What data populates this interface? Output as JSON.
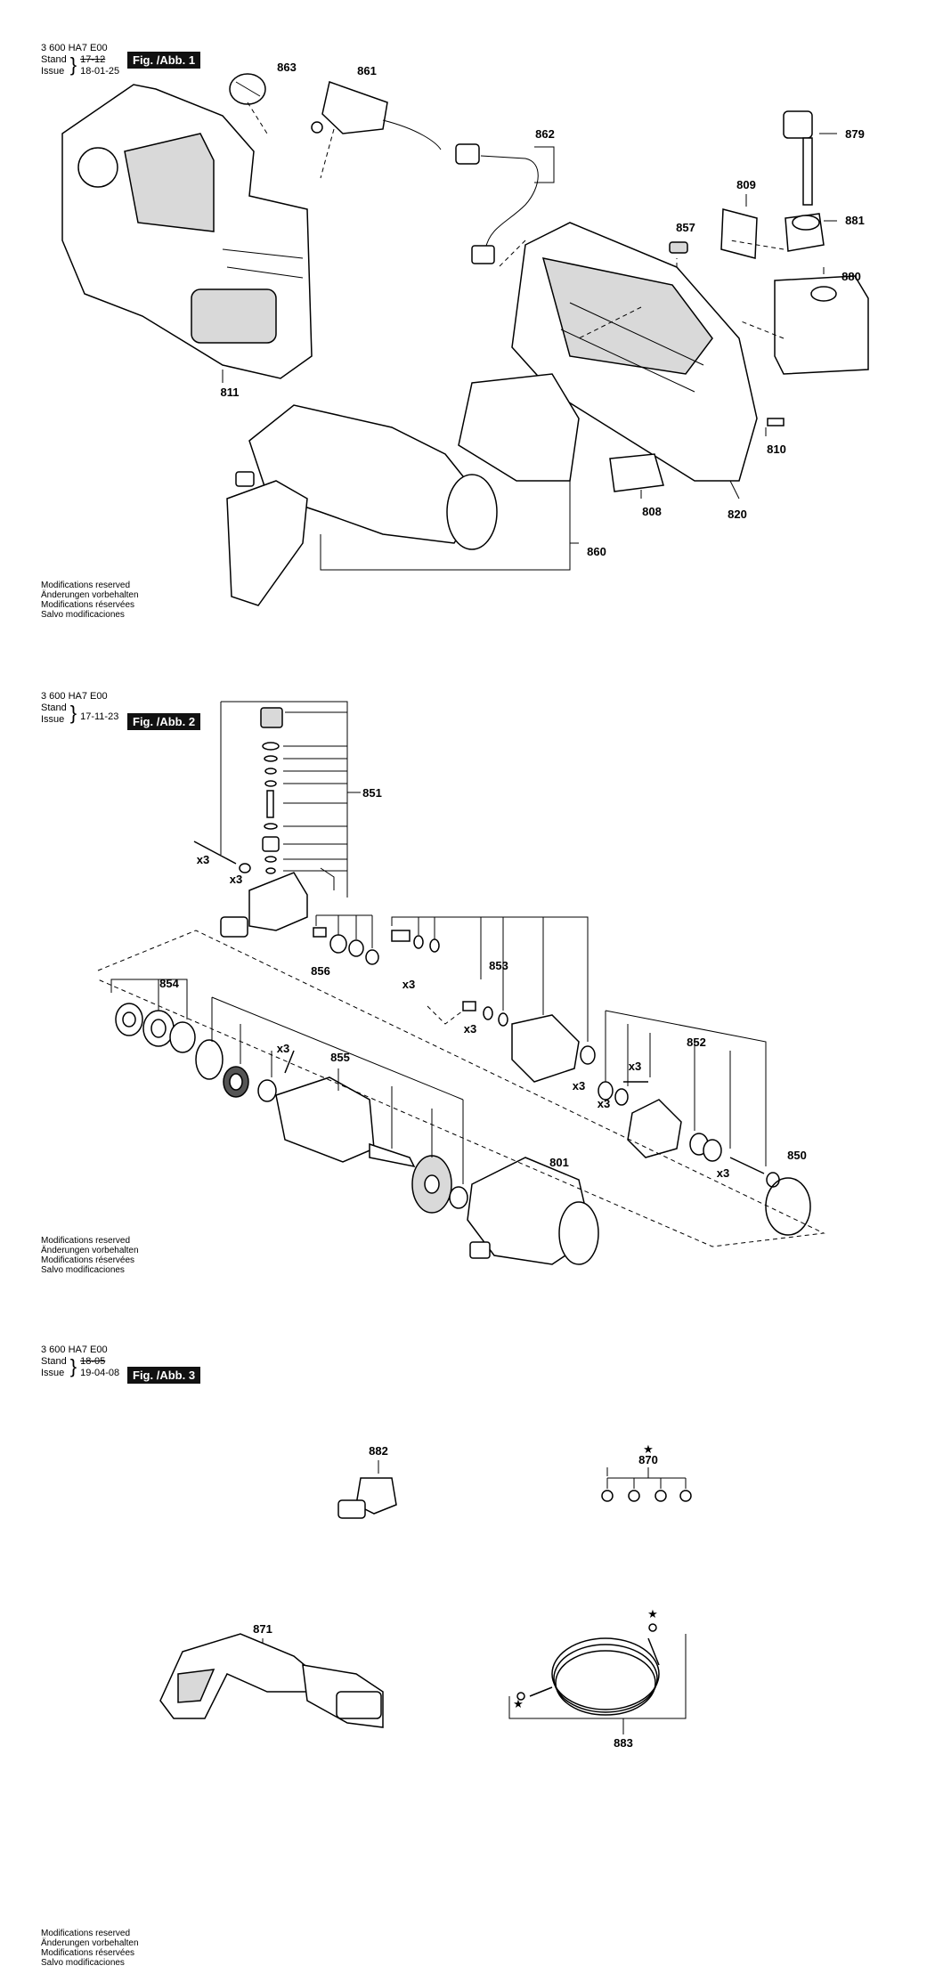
{
  "sections": [
    {
      "doc_number": "3 600 HA7 E00",
      "stand_label": "Stand",
      "issue_label": "Issue",
      "stand_date": "17-12",
      "issue_date": "18-01-25",
      "figure_label": "Fig. /Abb. 1"
    },
    {
      "doc_number": "3 600 HA7 E00",
      "stand_label": "Stand",
      "issue_label": "Issue",
      "stand_date": "",
      "issue_date": "17-11-23",
      "figure_label": "Fig. /Abb. 2"
    },
    {
      "doc_number": "3 600 HA7 E00",
      "stand_label": "Stand",
      "issue_label": "Issue",
      "stand_date": "18-05",
      "issue_date": "19-04-08",
      "figure_label": "Fig. /Abb. 3"
    }
  ],
  "modifications": [
    "Modifications reserved",
    "Änderungen vorbehalten",
    "Modifications réservées",
    "Salvo modificaciones"
  ],
  "fig1_parts": {
    "p863": "863",
    "p861": "861",
    "p862": "862",
    "p879": "879",
    "p809": "809",
    "p857": "857",
    "p881": "881",
    "p880": "880",
    "p811": "811",
    "p810": "810",
    "p808": "808",
    "p820": "820",
    "p860": "860"
  },
  "fig2_parts": {
    "p851": "851",
    "p856": "856",
    "p853": "853",
    "p854": "854",
    "p855": "855",
    "p852": "852",
    "p850": "850",
    "p801": "801"
  },
  "fig2_qty": "x3",
  "fig3_parts": {
    "p882": "882",
    "p870": "870",
    "p871": "871",
    "p883": "883"
  },
  "star": "★"
}
